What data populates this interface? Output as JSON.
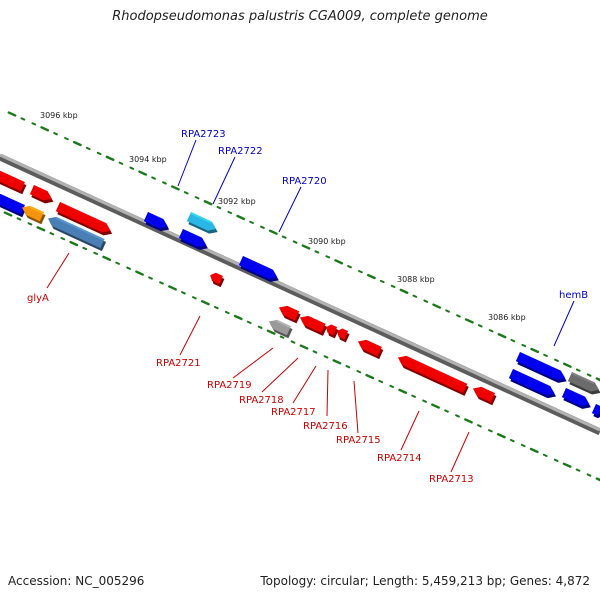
{
  "title": "Rhodopseudomonas palustris CGA009, complete genome",
  "footer": {
    "accession": "Accession: NC_005296",
    "summary": "Topology: circular; Length: 5,459,213 bp; Genes: 4,872"
  },
  "scale_ticks": [
    "3096 kbp",
    "3094 kbp",
    "3092 kbp",
    "3090 kbp",
    "3088 kbp",
    "3086 kbp"
  ],
  "gene_labels": {
    "forward": [
      "RPA2723",
      "RPA2722",
      "RPA2720",
      "hemB"
    ],
    "reverse": [
      "glyA",
      "RPA2721",
      "RPA2719",
      "RPA2718",
      "RPA2717",
      "RPA2716",
      "RPA2715",
      "RPA2714",
      "RPA2713"
    ]
  },
  "colors": {
    "forward_gene": "#0000ee",
    "reverse_gene": "#ee0000",
    "forward_label": "#0000cc",
    "reverse_label": "#cc0000",
    "tick": "#1a7a1a",
    "backbone": "#808080",
    "highlight_cyan": "#2ab7e6",
    "highlight_orange": "#f5950e",
    "highlight_steel": "#4a7fb5",
    "neutral_gray": "#9a9a9a",
    "dark_gray": "#6c6c6c"
  }
}
